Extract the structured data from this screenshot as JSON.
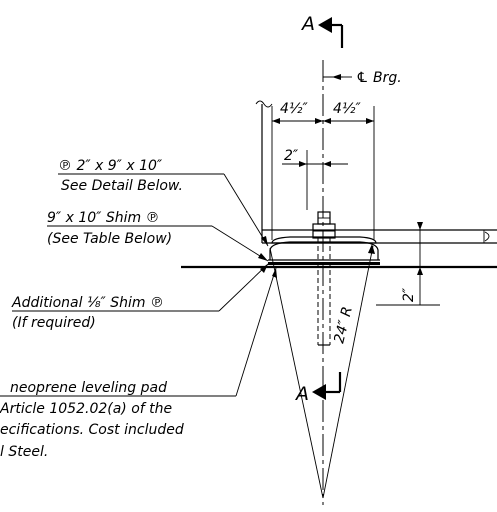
{
  "section_marks": {
    "top": "A",
    "bottom": "A"
  },
  "centerline_label": "℄ Brg.",
  "dimensions": {
    "left_half": "4½″",
    "right_half": "4½″",
    "bolt_offset": "2″",
    "right_vertical": "2″",
    "radius": "24″ R"
  },
  "callouts": {
    "bearing_plate_line1": "℗ 2″ x 9″ x 10″",
    "bearing_plate_line2": "See Detail Below.",
    "shim_plate_line1": "9″ x 10″ Shim ℗",
    "shim_plate_line2": "(See Table Below)",
    "additional_shim_line1": "Additional ⅛″ Shim ℗",
    "additional_shim_line2": "(If required)",
    "pad_line1": "neoprene leveling pad",
    "pad_line2": "Article 1052.02(a) of the",
    "pad_line3": "ecifications.  Cost included",
    "pad_line4": "l Steel."
  }
}
